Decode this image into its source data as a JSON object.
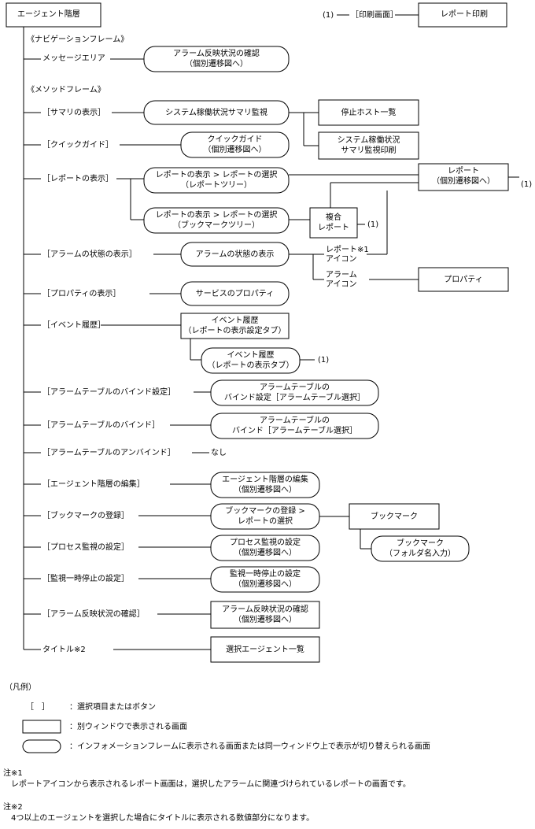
{
  "root": "エージェント階層",
  "print": {
    "ref": "(1)",
    "label": "［印刷画面］",
    "box": "レポート印刷"
  },
  "nav_frame": "《ナビゲーションフレーム》",
  "method_frame": "《メソッドフレーム》",
  "items": [
    {
      "label": "メッセージエリア",
      "screens": [
        "アラーム反映状況の確認",
        "（個別遷移図へ）"
      ]
    },
    {
      "label": "［サマリの表示］",
      "screens": [
        "システム稼働状況サマリ監視"
      ]
    },
    {
      "label": "［クイックガイド］",
      "screens": [
        "クイックガイド",
        "（個別遷移図へ）"
      ]
    },
    {
      "label": "［レポートの表示］",
      "screens": [
        "レポートの表示 > レポートの選択",
        "（レポートツリー）"
      ]
    },
    {
      "label": "［アラームの状態の表示］",
      "screens": [
        "アラームの状態の表示"
      ]
    },
    {
      "label": "［プロパティの表示］",
      "screens": [
        "サービスのプロパティ"
      ]
    },
    {
      "label": "［イベント履歴］",
      "screens": [
        "イベント履歴",
        "（レポートの表示設定タブ）"
      ]
    },
    {
      "label": "［アラームテーブルのバインド設定］",
      "screens": [
        "アラームテーブルの",
        "バインド設定［アラームテーブル選択］"
      ]
    },
    {
      "label": "［アラームテーブルのバインド］",
      "screens": [
        "アラームテーブルの",
        "バインド［アラームテーブル選択］"
      ]
    },
    {
      "label": "［アラームテーブルのアンバインド］",
      "screens": [
        "なし"
      ]
    },
    {
      "label": "［エージェント階層の編集］",
      "screens": [
        "エージェント階層の編集",
        "（個別遷移図へ）"
      ]
    },
    {
      "label": "［ブックマークの登録］",
      "screens": [
        "ブックマークの登録 >",
        "レポートの選択"
      ]
    },
    {
      "label": "［プロセス監視の設定］",
      "screens": [
        "プロセス監視の設定",
        "（個別遷移図へ）"
      ]
    },
    {
      "label": "［監視一時停止の設定］",
      "screens": [
        "監視一時停止の設定",
        "（個別遷移図へ）"
      ]
    },
    {
      "label": "［アラーム反映状況の確認］",
      "screens": [
        "アラーム反映状況の確認",
        "（個別遷移図へ）"
      ]
    },
    {
      "label": "タイトル※2",
      "screens": [
        "選択エージェント一覧"
      ]
    }
  ],
  "extra": {
    "stopped_hosts": "停止ホスト一覧",
    "summary_print": [
      "システム稼働状況",
      "サマリ監視印刷"
    ],
    "report_box": [
      "レポート",
      "（個別遷移図へ）"
    ],
    "report_ref": "(1)",
    "bookmark_report": [
      "レポートの表示 > レポートの選択",
      "（ブックマークツリー）"
    ],
    "composite_report": [
      "複合",
      "レポート"
    ],
    "composite_ref": "(1)",
    "report_icon": [
      "レポート※1",
      "アイコン"
    ],
    "alarm_icon": [
      "アラーム",
      "アイコン"
    ],
    "property_box": "プロパティ",
    "event_history_tab": [
      "イベント履歴",
      "（レポートの表示タブ）"
    ],
    "event_ref": "(1)",
    "bookmark_box": "ブックマーク",
    "bookmark_folder": [
      "ブックマーク",
      "（フォルダ名入力）"
    ]
  },
  "legend": {
    "title": "（凡例）",
    "bracket_symbol": "［　］",
    "bracket_text": "：選択項目またはボタン",
    "rect_text": "：別ウィンドウで表示される画面",
    "round_text": "：インフォメーションフレームに表示される画面または同一ウィンドウ上で表示が切り替えられる画面"
  },
  "notes": [
    {
      "title": "注※1",
      "text": "レポートアイコンから表示されるレポート画面は，選択したアラームに関連づけられているレポートの画面です。"
    },
    {
      "title": "注※2",
      "text": "4つ以上のエージェントを選択した場合にタイトルに表示される数値部分になります。"
    }
  ]
}
